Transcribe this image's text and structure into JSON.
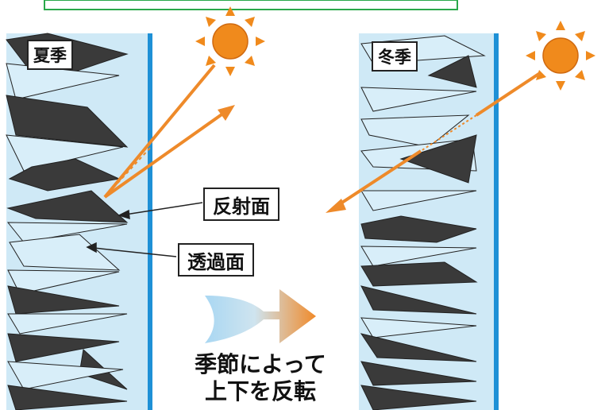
{
  "labels": {
    "summer": "夏季",
    "winter": "冬季",
    "reflective_surface": "反射面",
    "transmissive_surface": "透過面",
    "caption_line1": "季節によって",
    "caption_line2": "上下を反転"
  },
  "colors": {
    "panel": "#cfe9f6",
    "frame": "#1e90d6",
    "blade_dark": "#3a3a3a",
    "blade_light": "#d8eef9",
    "sun": "#f08a1c",
    "ray": "#ee8a2a",
    "top_bar": "#2aa84a"
  },
  "icons": [
    "sun-icon",
    "fish-arrow-icon"
  ]
}
